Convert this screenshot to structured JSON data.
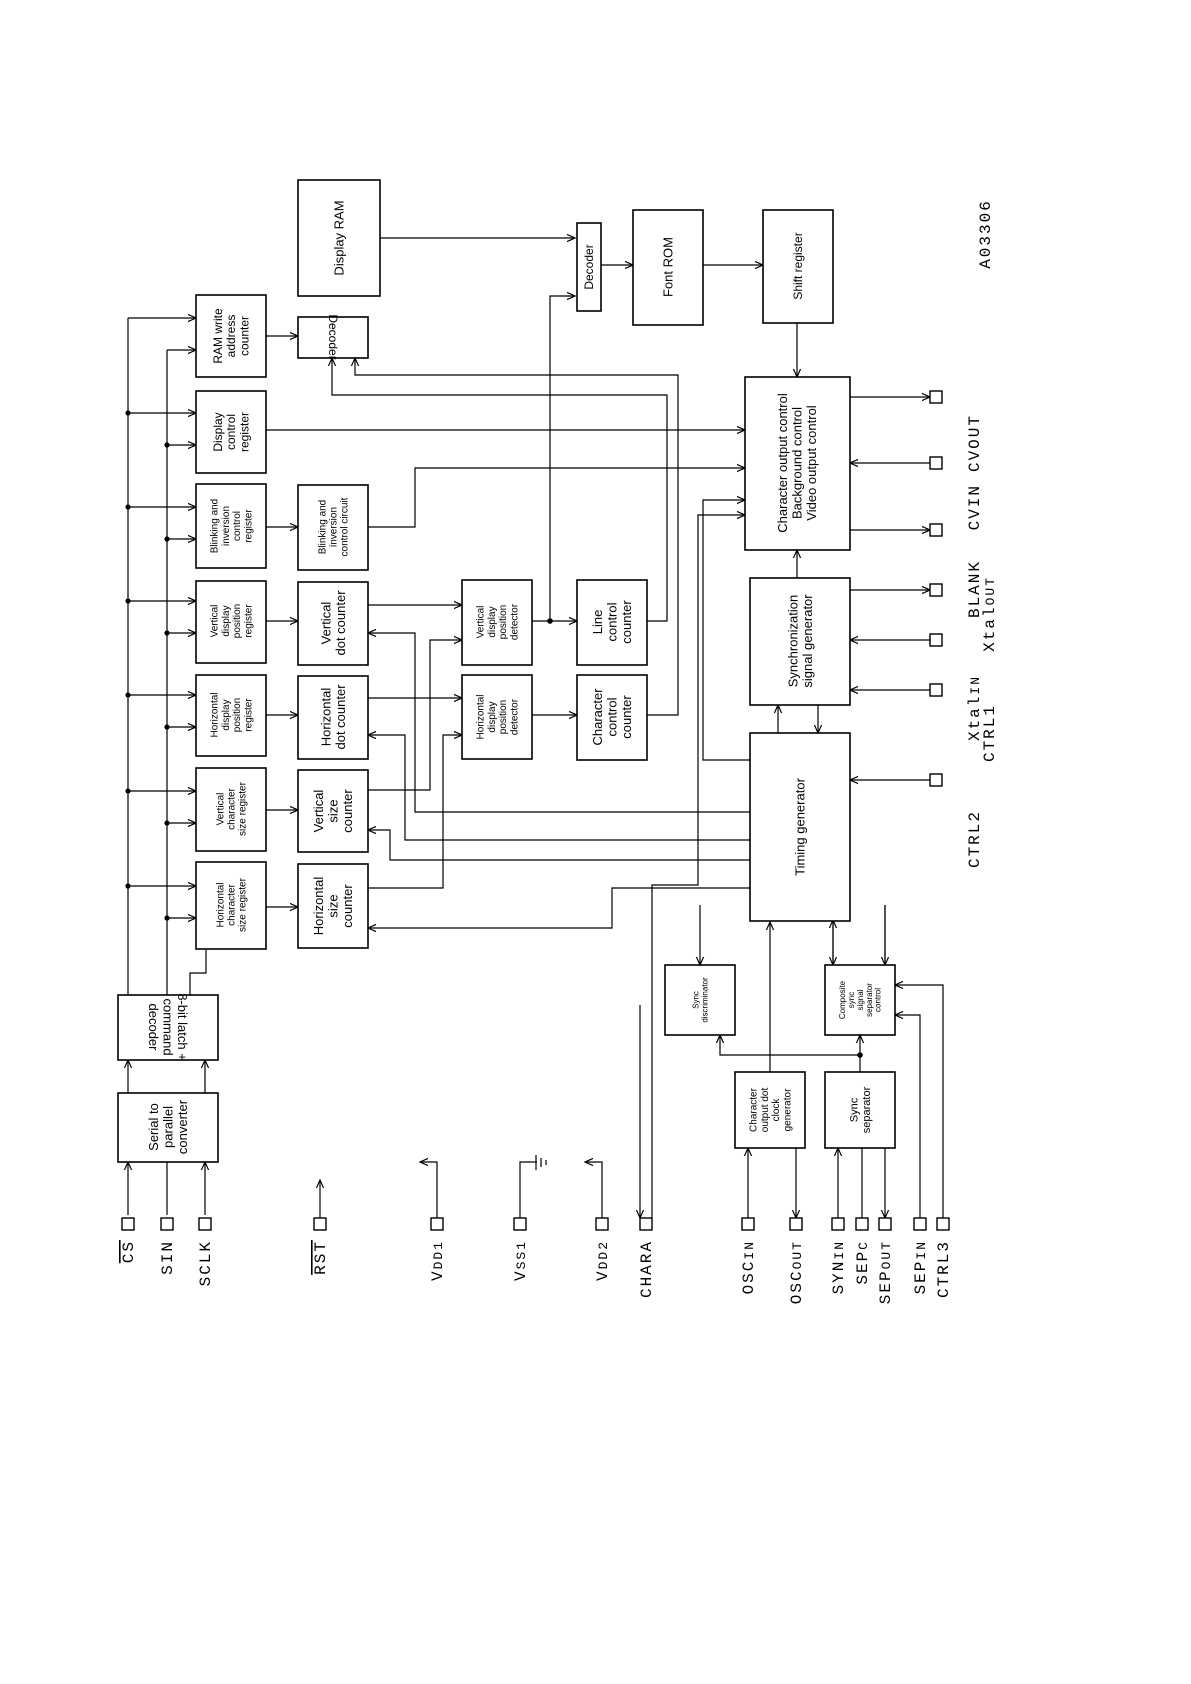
{
  "blocks": {
    "serial_to_parallel": [
      "Serial to",
      "parallel",
      "converter"
    ],
    "latch_decoder": [
      "8-bit latch +",
      "command",
      "decoder"
    ],
    "h_char_size_reg": [
      "Horizontal",
      "character",
      "size register"
    ],
    "v_char_size_reg": [
      "Vertical",
      "character",
      "size register"
    ],
    "h_disp_pos_reg": [
      "Horizontal",
      "display",
      "position",
      "register"
    ],
    "v_disp_pos_reg": [
      "Vertical",
      "display",
      "position",
      "register"
    ],
    "blink_inv_reg": [
      "Blinking and",
      "inversion",
      "control",
      "register"
    ],
    "disp_ctrl_reg": [
      "Display",
      "control",
      "register"
    ],
    "ram_write_addr": [
      "RAM write",
      "address",
      "counter"
    ],
    "h_size_counter": [
      "Horizontal",
      "size",
      "counter"
    ],
    "v_size_counter": [
      "Vertical",
      "size",
      "counter"
    ],
    "h_dot_counter": [
      "Horizontal",
      "dot counter"
    ],
    "v_dot_counter": [
      "Vertical",
      "dot counter"
    ],
    "blink_inv_circuit": [
      "Blinking and",
      "inversion",
      "control circuit"
    ],
    "decoder_ram": [
      "Decoder"
    ],
    "display_ram": [
      "Display RAM"
    ],
    "h_disp_pos_det": [
      "Horizontal",
      "display",
      "position",
      "detector"
    ],
    "v_disp_pos_det": [
      "Vertical",
      "display",
      "position",
      "detector"
    ],
    "decoder_font": [
      "Decoder"
    ],
    "char_ctrl_counter": [
      "Character",
      "control",
      "counter"
    ],
    "line_ctrl_counter": [
      "Line",
      "control",
      "counter"
    ],
    "font_rom": [
      "Font ROM"
    ],
    "shift_register": [
      "Shift register"
    ],
    "timing_generator": [
      "Timing generator"
    ],
    "sync_signal_gen": [
      "Synchronization",
      "signal generator"
    ],
    "char_output_ctrl": [
      "Character output control",
      "Background control",
      "Video output control"
    ],
    "sync_discriminator": [
      "Sync",
      "discriminator"
    ],
    "composite_sync_sep": [
      "Composite",
      "sync",
      "signal",
      "separator",
      "control"
    ],
    "char_dot_clock_gen": [
      "Character",
      "output dot",
      "clock",
      "generator"
    ],
    "sync_separator": [
      "Sync",
      "separator"
    ]
  },
  "pins": {
    "cs": "CS",
    "sin": "SIN",
    "sclk": "SCLK",
    "rst": "RST",
    "vdd1": "VDD1",
    "vss1": "VSS1",
    "vdd2": "VDD2",
    "chara": "CHARA",
    "oscin": "OSCIN",
    "oscout": "OSCOUT",
    "synin": "SYNIN",
    "sepc": "SEPC",
    "sepout": "SEPOUT",
    "sepin": "SEPIN",
    "ctrl3": "CTRL3",
    "ctrl2": "CTRL2",
    "ctrl1": "CTRL1",
    "xtalin": "XtalIN",
    "xtalout": "XtalOUT",
    "blank": "BLANK",
    "cvin": "CVIN",
    "cvout": "CVOUT"
  },
  "figure_code": "A03306"
}
